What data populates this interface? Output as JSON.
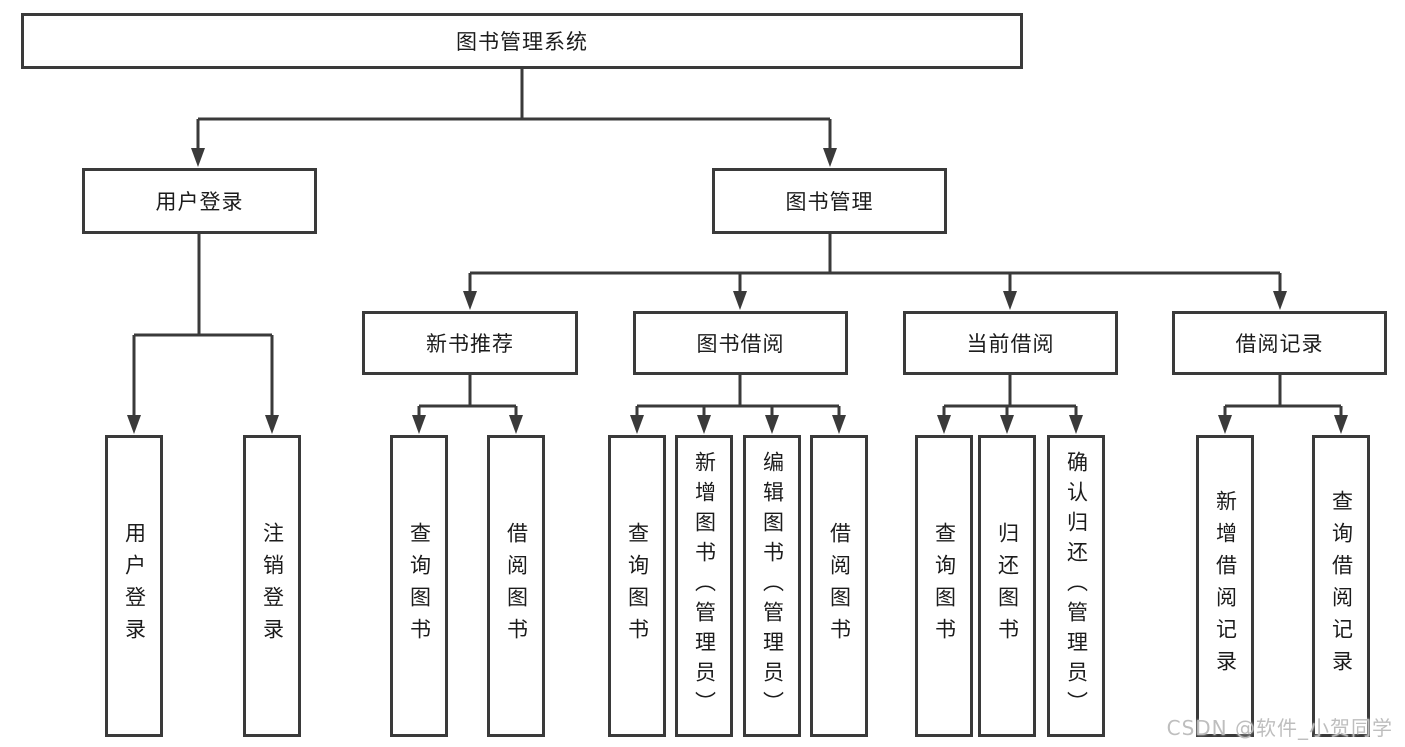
{
  "diagram": {
    "type": "hierarchy-tree",
    "style": {
      "line_color": "#3a3a3a",
      "box_background": "#ffffff",
      "text_color": "#1c1c1c",
      "watermark_color": "#bbbbbb"
    },
    "tree": {
      "label": "图书管理系统",
      "children": [
        {
          "label": "用户登录",
          "children": [
            {
              "label": "用户登录"
            },
            {
              "label": "注销登录"
            }
          ]
        },
        {
          "label": "图书管理",
          "children": [
            {
              "label": "新书推荐",
              "children": [
                {
                  "label": "查询图书"
                },
                {
                  "label": "借阅图书"
                }
              ]
            },
            {
              "label": "图书借阅",
              "children": [
                {
                  "label": "查询图书"
                },
                {
                  "label": "新增图书（管理员）"
                },
                {
                  "label": "编辑图书（管理员）"
                },
                {
                  "label": "借阅图书"
                }
              ]
            },
            {
              "label": "当前借阅",
              "children": [
                {
                  "label": "查询图书"
                },
                {
                  "label": "归还图书"
                },
                {
                  "label": "确认归还（管理员）"
                }
              ]
            },
            {
              "label": "借阅记录",
              "children": [
                {
                  "label": "新增借阅记录"
                },
                {
                  "label": "查询借阅记录"
                }
              ]
            }
          ]
        }
      ]
    }
  },
  "watermark": {
    "text": "CSDN @软件_小贺同学"
  }
}
